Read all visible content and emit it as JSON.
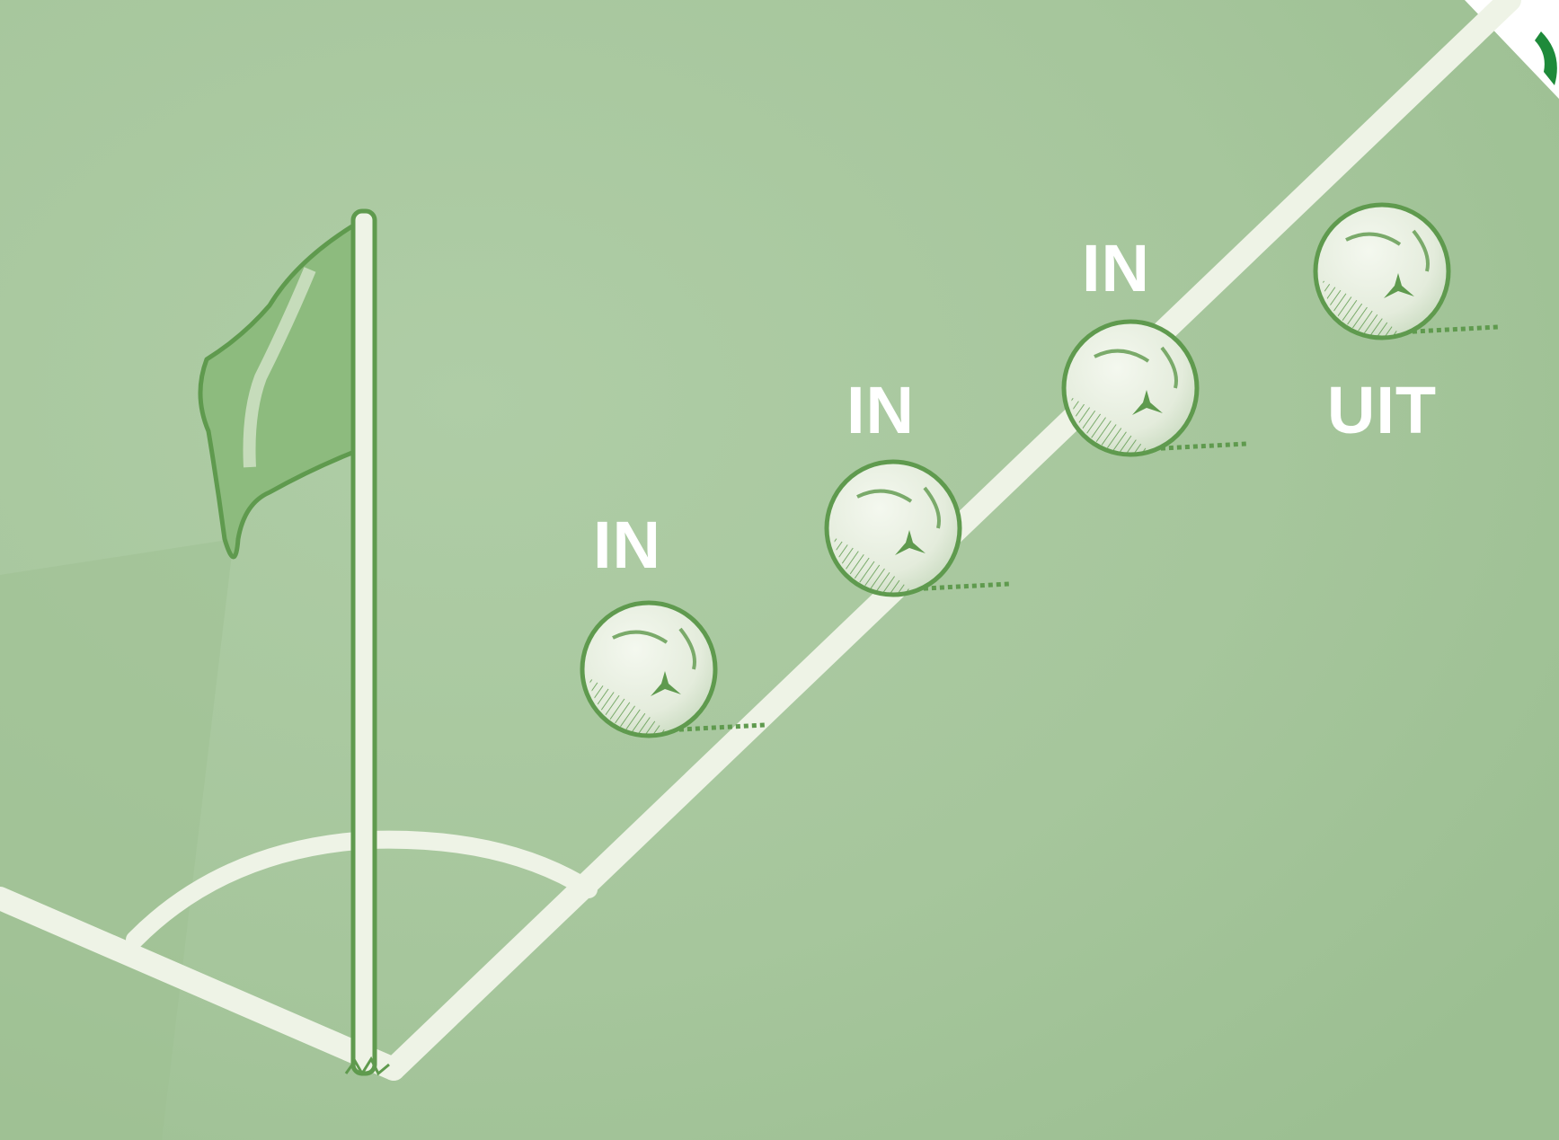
{
  "colors": {
    "grass": "#a8c79e",
    "grass_dark": "#8fb583",
    "line": "#eff4e7",
    "ink": "#5f9a4e",
    "flag": "#8dbb7e",
    "ball": "#edf2e6",
    "label": "#ffffff"
  },
  "scene": {
    "field": "grass",
    "objects": [
      "corner-flag",
      "corner-arc",
      "goal-line",
      "side-line"
    ]
  },
  "balls": [
    {
      "label": "IN",
      "position": "inside-field"
    },
    {
      "label": "IN",
      "position": "touching-line"
    },
    {
      "label": "IN",
      "position": "on-line"
    },
    {
      "label": "UIT",
      "position": "fully-over-line"
    }
  ]
}
